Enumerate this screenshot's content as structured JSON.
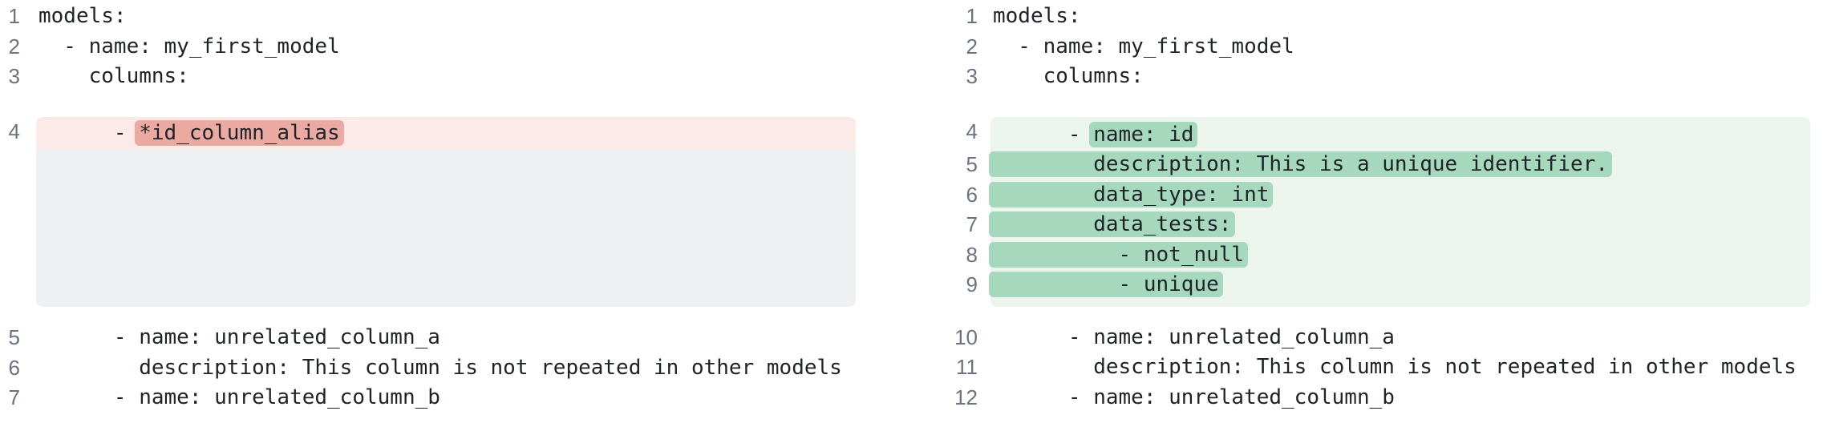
{
  "view": {
    "name": "yaml-side-by-side-diff"
  },
  "colors": {
    "background": "#ffffff",
    "line_number": "#6b7280",
    "code_text": "#1f2328",
    "removed_line_bg": "#fceae8",
    "removed_word_bg": "#eaa9a1",
    "added_line_bg": "#ebf5ee",
    "added_word_bg": "#a5d8bc",
    "filler_bg": "#eef0f1"
  },
  "left_pane": {
    "lines": [
      {
        "num": "1",
        "type": "context",
        "segments": [
          {
            "t": "models:"
          }
        ]
      },
      {
        "num": "2",
        "type": "context",
        "segments": [
          {
            "t": "  - name: my_first_model"
          }
        ]
      },
      {
        "num": "3",
        "type": "context",
        "segments": [
          {
            "t": "    columns:"
          }
        ]
      },
      {
        "num": "4",
        "type": "removed",
        "segments": [
          {
            "t": "      - "
          },
          {
            "t": "*id_column_alias",
            "hl": true
          }
        ]
      },
      {
        "num": "",
        "type": "filler",
        "segments": []
      },
      {
        "num": "5",
        "type": "context",
        "segments": [
          {
            "t": "      - name: unrelated_column_a"
          }
        ]
      },
      {
        "num": "6",
        "type": "context",
        "segments": [
          {
            "t": "        description: This column is not repeated in other models"
          }
        ]
      },
      {
        "num": "7",
        "type": "context",
        "segments": [
          {
            "t": "      - name: unrelated_column_b"
          }
        ]
      }
    ]
  },
  "right_pane": {
    "lines": [
      {
        "num": "1",
        "type": "context",
        "segments": [
          {
            "t": "models:"
          }
        ]
      },
      {
        "num": "2",
        "type": "context",
        "segments": [
          {
            "t": "  - name: my_first_model"
          }
        ]
      },
      {
        "num": "3",
        "type": "context",
        "segments": [
          {
            "t": "    columns:"
          }
        ]
      },
      {
        "num": "4",
        "type": "added",
        "pos": "first",
        "segments": [
          {
            "t": "      - "
          },
          {
            "t": "name: id",
            "hl": true
          }
        ]
      },
      {
        "num": "5",
        "type": "added",
        "segments": [
          {
            "t": "        description: This is a unique identifier.",
            "hl": true
          }
        ]
      },
      {
        "num": "6",
        "type": "added",
        "segments": [
          {
            "t": "        data_type: int",
            "hl": true
          }
        ]
      },
      {
        "num": "7",
        "type": "added",
        "segments": [
          {
            "t": "        data_tests:",
            "hl": true
          }
        ]
      },
      {
        "num": "8",
        "type": "added",
        "segments": [
          {
            "t": "          - not_null",
            "hl": true
          }
        ]
      },
      {
        "num": "9",
        "type": "added",
        "pos": "last",
        "segments": [
          {
            "t": "          - unique",
            "hl": true
          }
        ]
      },
      {
        "num": "10",
        "type": "context",
        "segments": [
          {
            "t": "      - name: unrelated_column_a"
          }
        ]
      },
      {
        "num": "11",
        "type": "context",
        "segments": [
          {
            "t": "        description: This column is not repeated in other models"
          }
        ]
      },
      {
        "num": "12",
        "type": "context",
        "segments": [
          {
            "t": "      - name: unrelated_column_b"
          }
        ]
      }
    ]
  }
}
